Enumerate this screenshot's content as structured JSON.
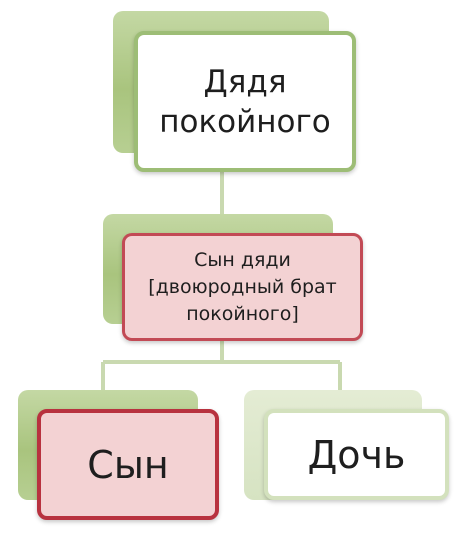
{
  "diagram": {
    "nodes": {
      "uncle": {
        "text": "Дядя\nпокойного"
      },
      "cousin": {
        "text": "Сын дяди\n[двоюродный брат\nпокойного]"
      },
      "son": {
        "text": "Сын"
      },
      "daughter": {
        "text": "Дочь"
      }
    },
    "colors": {
      "green_border": "#9dbd76",
      "green_shadow": "#a9c47e",
      "pale_green": "#d3e1bd",
      "red_border": "#c24a55",
      "pink_fill": "#f3d2d3",
      "connector": "#c9d9b0"
    }
  }
}
